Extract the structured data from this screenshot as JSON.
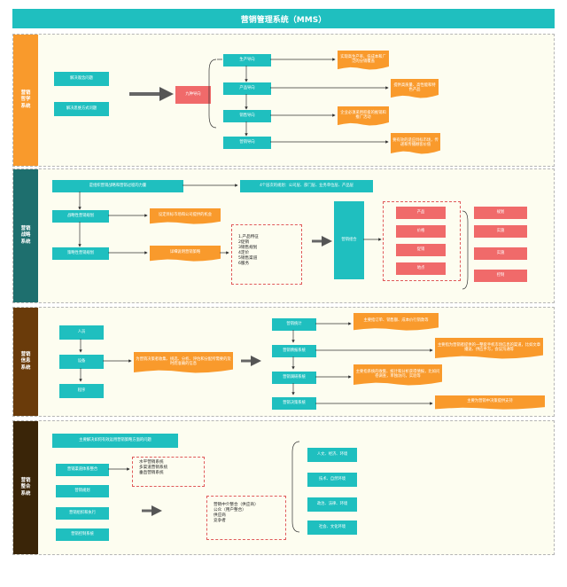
{
  "title": "营销管理系统（MMS）",
  "colors": {
    "teal": "#1fbfbf",
    "red": "#f06a6a",
    "orange": "#f99a2c",
    "sec1": "#f99a2c",
    "sec2": "#1e6f6e",
    "sec3": "#6a3b0a",
    "sec4": "#3a2508"
  },
  "s1": {
    "label": "营销\n哲学\n系统",
    "left1": "解决观念问题",
    "left2": "解决思维方式问题",
    "center": "九种导向",
    "mid": [
      "生产导向",
      "产品导向",
      "销售导向",
      "营销导向"
    ],
    "out": [
      "实现高生产率、低成本和广泛的分销覆盖",
      "提供高质量、高性能和特色产品",
      "企业必须采用积极的推销和推广活动",
      "要有效的适应目标市场，传递和传播顾客价值"
    ]
  },
  "s2": {
    "label": "营销\n战略\n系统",
    "top": "是组织营销战略和营销过程的力量",
    "top_right": "4个层次的规划：公司层、部门层、业务单位层、产品层",
    "strat": "战略性营销规划",
    "strat_out": "设定目标市场和公司提供的机会",
    "tactic": "策略性营销规划",
    "tactic_out": "详细说明营销策略",
    "list": [
      "1.产品特征",
      "2促销",
      "3销售规划",
      "4定价",
      "5销售渠道",
      "6服务"
    ],
    "mix": "营销组合",
    "p4": [
      "产品",
      "价格",
      "促销",
      "地点"
    ],
    "right": [
      "规划",
      "实施",
      "实施",
      "控制"
    ]
  },
  "s3": {
    "label": "营销\n信息\n系统",
    "left": [
      "人员",
      "设备",
      "程序"
    ],
    "center": "为营销决策者收集、挑选、分析、评估和分配所需要的及时而准确的信息",
    "mid": [
      "营销统计",
      "营销情报系统",
      "营销调研系统",
      "营销决策系统"
    ],
    "out": [
      "主要指订单、销售额、成本价行销款等",
      "主要指为营销者提供的一整套手机市场信息的渠道，比如文章播送、供应手写，会议沟通等",
      "主要指系统的收集、统计和分析获得情报，比如问卷调查，单独访问，实验等",
      "主要为营销中决策提供支持"
    ]
  },
  "s4": {
    "label": "营销\n整合\n系统",
    "top": "主要解决如何有效运用营销策略方面的问题",
    "left": [
      "营销渠道体系整合",
      "营销规划",
      "营销组织和执行",
      "营销控制系统"
    ],
    "list1": [
      "水平营销系统",
      "多渠道营销系统",
      "垂直营销系统"
    ],
    "list2": [
      "营销中介整合（供应商）",
      "公众（用户整合）",
      "供应商",
      "竞争者"
    ],
    "right": [
      "人文、经济、环境",
      "技术、自然环境",
      "政治、法律、环境",
      "社会、文化环境"
    ]
  }
}
